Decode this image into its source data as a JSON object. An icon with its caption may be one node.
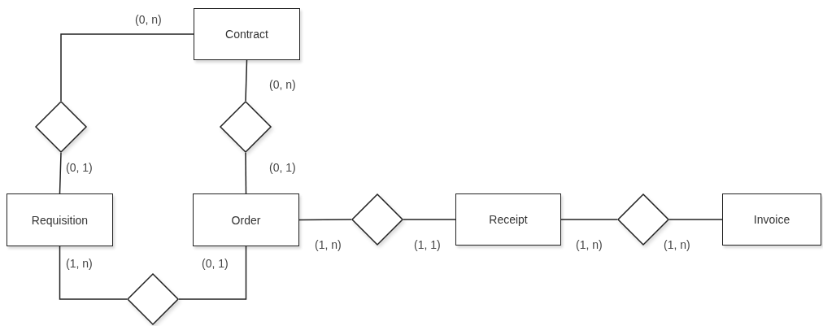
{
  "diagram": {
    "nodes": [
      {
        "text": [
          "Contract"
        ]
      },
      {
        "text": [],
        "shape": "diamond"
      },
      {
        "text": [],
        "shape": "diamond"
      },
      {
        "text": [
          "Requisition"
        ]
      },
      {
        "text": [
          "Order"
        ]
      },
      {
        "text": [],
        "shape": "diamond"
      },
      {
        "text": [
          "Receipt"
        ]
      },
      {
        "text": [],
        "shape": "diamond"
      },
      {
        "text": [
          "Invoice"
        ]
      },
      {
        "text": [],
        "shape": "diamond"
      }
    ],
    "edges": [
      {
        "from": 0,
        "to": 1,
        "arrow": "none",
        "label": "(0, n)"
      },
      {
        "from": 1,
        "to": 3,
        "arrow": "none",
        "label": "(0, 1)"
      },
      {
        "from": 0,
        "to": 2,
        "arrow": "none",
        "label": "(0, n)"
      },
      {
        "from": 2,
        "to": 4,
        "arrow": "none",
        "label": "(0, 1)"
      },
      {
        "from": 4,
        "to": 5,
        "arrow": "none",
        "label": "(1, n)"
      },
      {
        "from": 5,
        "to": 6,
        "arrow": "none",
        "label": "(1, 1)"
      },
      {
        "from": 6,
        "to": 7,
        "arrow": "none",
        "label": "(1, n)"
      },
      {
        "from": 7,
        "to": 8,
        "arrow": "none",
        "label": "(1, n)"
      },
      {
        "from": 3,
        "to": 9,
        "arrow": "none",
        "label": "(1, n)"
      },
      {
        "from": 9,
        "to": 4,
        "arrow": "none",
        "label": "(0, 1)"
      }
    ]
  }
}
